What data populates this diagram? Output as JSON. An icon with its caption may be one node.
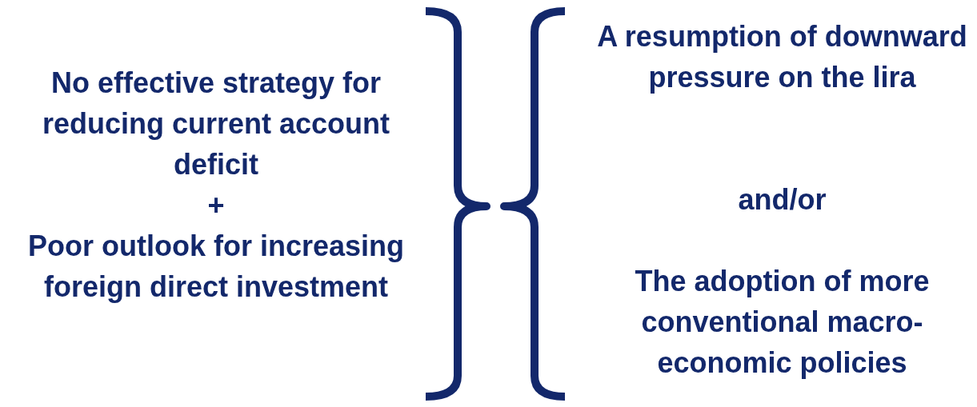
{
  "diagram": {
    "labels": [
      "No effective strategy for reducing current account deficit",
      "+",
      "Poor outlook for increasing foreign direct investment",
      "A resumption of downward pressure on the lira",
      "and/or",
      "The adoption of more conventional macro-economic policies"
    ]
  }
}
